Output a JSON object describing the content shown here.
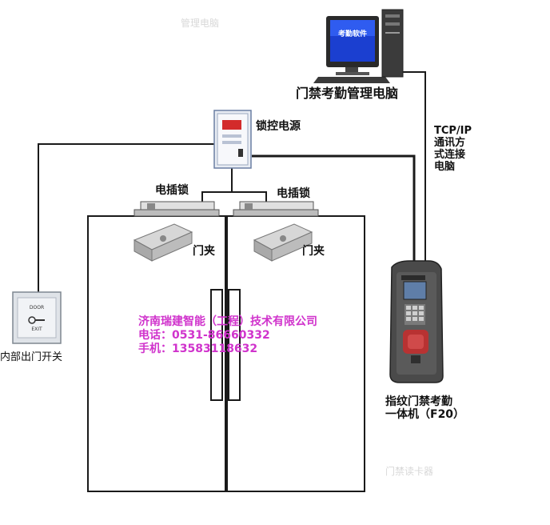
{
  "labels": {
    "pc": "门禁考勤管理电脑",
    "pc_screen": "考勤软件",
    "power": "锁控电源",
    "lock_left": "电插锁",
    "lock_right": "电插锁",
    "clip_left": "门夹",
    "clip_right": "门夹",
    "exit_switch": "内部出门开关",
    "exit_button_top": "DOOR",
    "exit_button_bottom": "EXIT",
    "connection_lines": [
      "TCP/IP",
      "通讯方",
      "式连接",
      "电脑"
    ],
    "terminal_lines": [
      "指纹门禁考勤",
      "一体机（F20）"
    ]
  },
  "company": {
    "name": "济南瑞建智能（工程）技术有限公司",
    "phone": "电话：0531-86660332",
    "mobile": "手机：13583118632"
  },
  "faded": {
    "top": "管理电脑",
    "bottom": "门禁读卡器"
  },
  "colors": {
    "line": "#1a1a1a",
    "company_text": "#d033cc",
    "monitor_screen": "#1b3fd0",
    "device_body": "#4a4a4a"
  }
}
